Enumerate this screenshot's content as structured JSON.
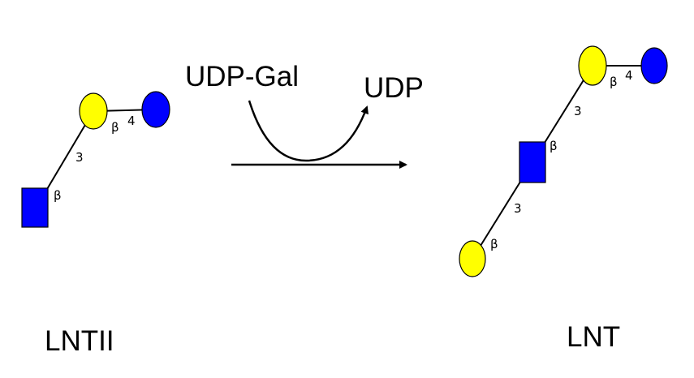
{
  "reagents": {
    "donor": "UDP-Gal",
    "product": "UDP"
  },
  "substrate": {
    "name": "LNTII",
    "linkage_3": "3",
    "linkage_4": "4",
    "anomer_a": "β",
    "anomer_b": "β"
  },
  "product_glycan": {
    "name": "LNT",
    "linkage_top": "4",
    "linkage_mid": "3",
    "linkage_low": "3",
    "anomer_a": "β",
    "anomer_b": "β",
    "anomer_c": "β"
  },
  "colors": {
    "galactose": "#ffff00",
    "glucose": "#0000ff",
    "glcnac": "#0000ff"
  },
  "icons": {
    "galactose": "yellow-circle",
    "glucose": "blue-circle",
    "glcnac": "blue-square"
  }
}
